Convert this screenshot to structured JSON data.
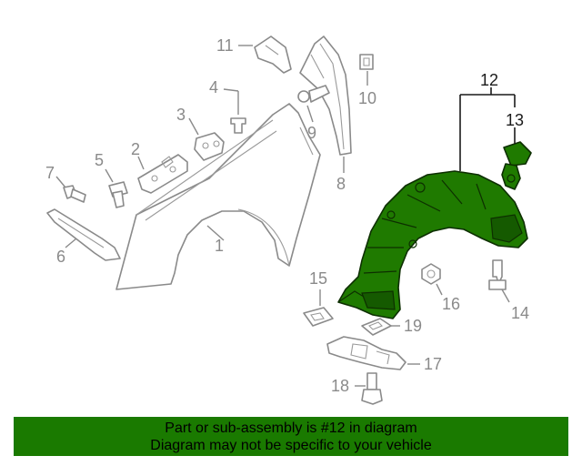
{
  "callouts": {
    "c1": "1",
    "c2": "2",
    "c3": "3",
    "c4": "4",
    "c5": "5",
    "c6": "6",
    "c7": "7",
    "c8": "8",
    "c9": "9",
    "c10": "10",
    "c11": "11",
    "c12": "12",
    "c13": "13",
    "c14": "14",
    "c15": "15",
    "c16": "16",
    "c17": "17",
    "c18": "18",
    "c19": "19"
  },
  "highlight": {
    "part_number": "12",
    "color": "#1a7a00"
  },
  "banner": {
    "line1": "Part or sub-assembly is #12 in diagram",
    "line2": "Diagram may not be specific to your vehicle"
  }
}
